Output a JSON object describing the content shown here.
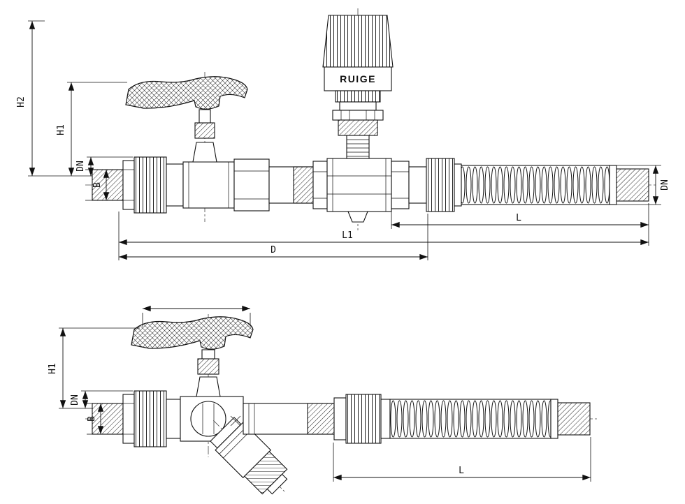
{
  "brand": {
    "text": "RUIGE"
  },
  "top_view": {
    "dims": {
      "h2": "H2",
      "h1": "H1",
      "dn_left": "DN",
      "b": "B",
      "dn_right": "DN",
      "l": "L",
      "l1": "L1",
      "d": "D"
    }
  },
  "bottom_view": {
    "dims": {
      "h1": "H1",
      "dn": "DN",
      "b": "B",
      "l": "L"
    }
  }
}
